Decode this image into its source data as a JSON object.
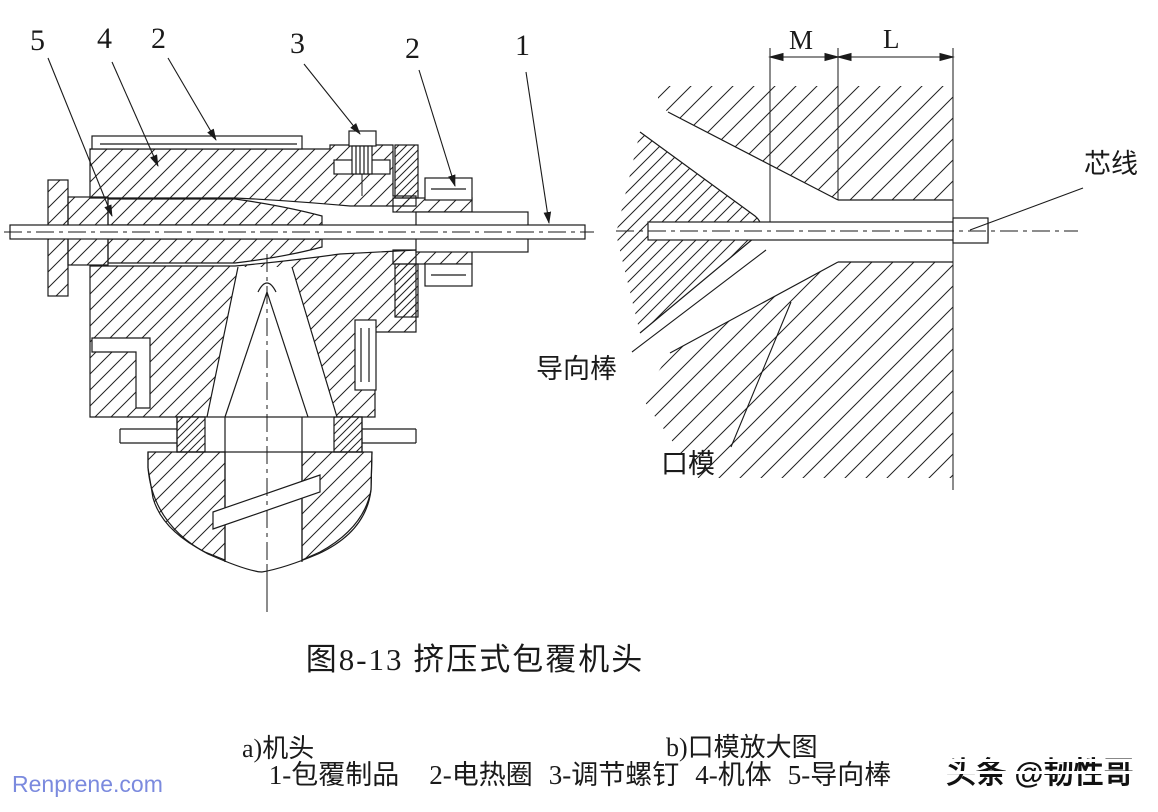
{
  "figure": {
    "caption": "图8-13 挤压式包覆机头",
    "view_a_label": "a)机头",
    "view_b_label": "b)口模放大图",
    "legend_items": [
      "1-包覆制品",
      "2-电热圈",
      "3-调节螺钉",
      "4-机体",
      "5-导向棒"
    ]
  },
  "view_a": {
    "callouts": [
      "5",
      "4",
      "2",
      "3",
      "2",
      "1"
    ]
  },
  "view_b": {
    "dim_labels": {
      "m": "M",
      "l": "L"
    },
    "part_labels": {
      "core_wire": "芯线",
      "guide_rod": "导向棒",
      "die": "口模"
    }
  },
  "watermarks": {
    "site": "Renprene.com",
    "site_color": "#7b8ade",
    "byline": "头条 @韧性哥"
  },
  "colors": {
    "line": "#1a1a1a",
    "background": "#ffffff"
  }
}
